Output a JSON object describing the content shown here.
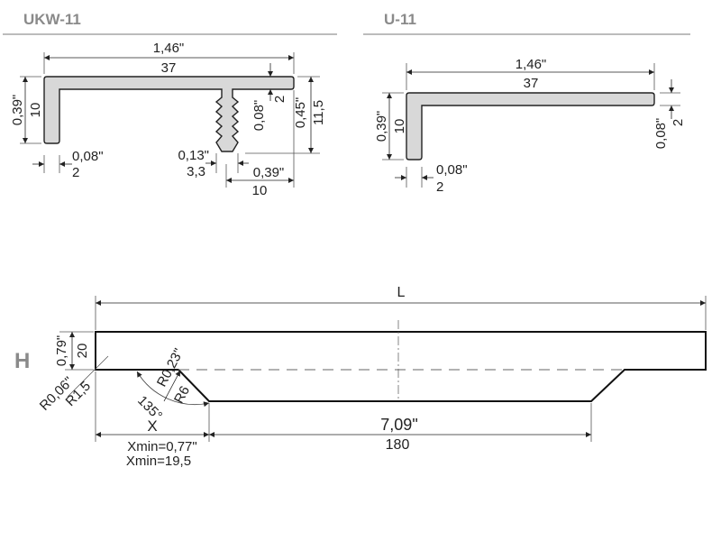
{
  "sections": {
    "ukw": {
      "title": "UKW-11",
      "dims": {
        "width_in": "1,46\"",
        "width_mm": "37",
        "height_in": "0,39\"",
        "height_mm": "10",
        "wall_in": "0,08\"",
        "wall_mm": "2",
        "top_thick_in": "0,08\"",
        "top_thick_mm": "2",
        "total_h_in": "0,45\"",
        "total_h_mm": "11,5",
        "stem_w_in": "0,13\"",
        "stem_w_mm": "3,3",
        "stem_off_in": "0,39\"",
        "stem_off_mm": "10"
      }
    },
    "u": {
      "title": "U-11",
      "dims": {
        "width_in": "1,46\"",
        "width_mm": "37",
        "height_in": "0,39\"",
        "height_mm": "10",
        "wall_in": "0,08\"",
        "wall_mm": "2",
        "top_thick_in": "0,08\"",
        "top_thick_mm": "2"
      }
    },
    "handle": {
      "length_label": "L",
      "h_label": "H",
      "h_in": "0,79\"",
      "h_mm": "20",
      "r_small_in": "R0,06\"",
      "r_small_mm": "R1,5",
      "r_big_in": "R0,23\"",
      "r_big_mm": "R6",
      "angle": "135°",
      "x_label": "X",
      "xmin_in": "Xmin=0,77\"",
      "xmin_mm": "Xmin=19,5",
      "mid_in": "7,09\"",
      "mid_mm": "180"
    }
  }
}
